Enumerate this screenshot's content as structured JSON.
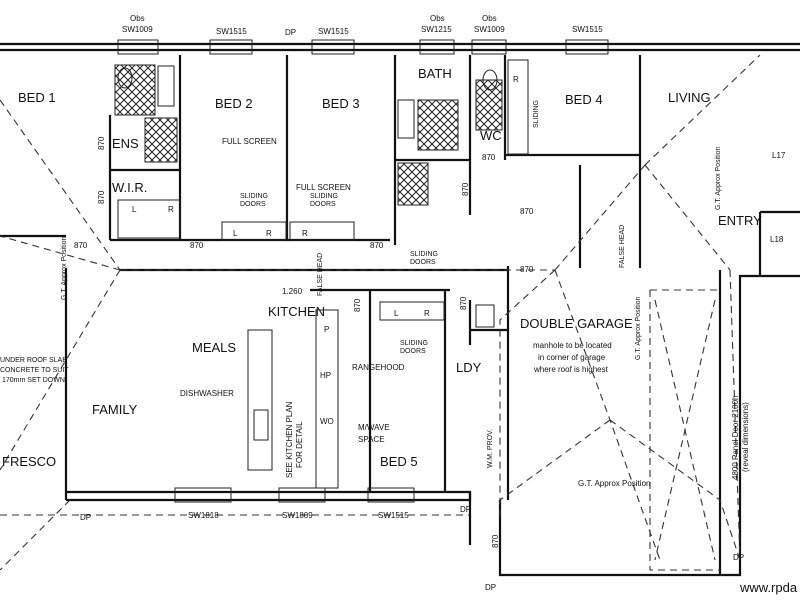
{
  "rooms": {
    "bed1": "BED 1",
    "bed2": "BED 2",
    "bed3": "BED 3",
    "bed4": "BED 4",
    "bed5": "BED 5",
    "bath": "BATH",
    "ens": "ENS",
    "wir": "W.I.R.",
    "wc": "WC",
    "living": "LIVING",
    "entry": "ENTRY",
    "kitchen": "KITCHEN",
    "meals": "MEALS",
    "family": "FAMILY",
    "alfresco": "FRESCO",
    "garage": "DOUBLE GARAGE",
    "ldy": "LDY"
  },
  "windows": {
    "sw1009_a": "SW1009",
    "sw1515_a": "SW1515",
    "sw1515_b": "SW1515",
    "sw1215": "SW1215",
    "sw1009_b": "SW1009",
    "sw1515_c": "SW1515",
    "sw1818": "SW1818",
    "sw1809": "SW1809",
    "sw1515_d": "SW1515",
    "obs": "Obs",
    "dp": "DP"
  },
  "doors": {
    "d870": "870"
  },
  "notes": {
    "full_screen": "FULL SCREEN",
    "sliding_doors": "SLIDING",
    "sliding_doors_2": "DOORS",
    "dishwasher": "DISHWASHER",
    "rangehood": "RANGEHOOD",
    "mwave": "M/WAVE",
    "space": "SPACE",
    "kitchen_plan_1": "SEE KITCHEN PLAN",
    "kitchen_plan_2": "FOR DETAIL",
    "false_head": "FALSE HEAD",
    "height": "1.260",
    "manhole_1": "manhole to be located",
    "manhole_2": "in corner of garage",
    "manhole_3": "where roof is highest",
    "gt_position": "G.T. Approx Position",
    "panel_door_1": "4800 Panel Door 2100h",
    "panel_door_2": "(reveal dimensions)",
    "under_roof_1": "UNDER ROOF SLAB",
    "under_roof_2": "CONCRETE TO SUIT",
    "under_roof_3": "170mm SET DOWN",
    "fixture_l": "L",
    "fixture_r": "R",
    "fixture_p": "P",
    "fixture_hp": "HP",
    "fixture_wo": "WO",
    "l17": "L17",
    "l18": "L18",
    "wm_prov": "W.M. PROV.",
    "watermark": "www.rpda"
  }
}
